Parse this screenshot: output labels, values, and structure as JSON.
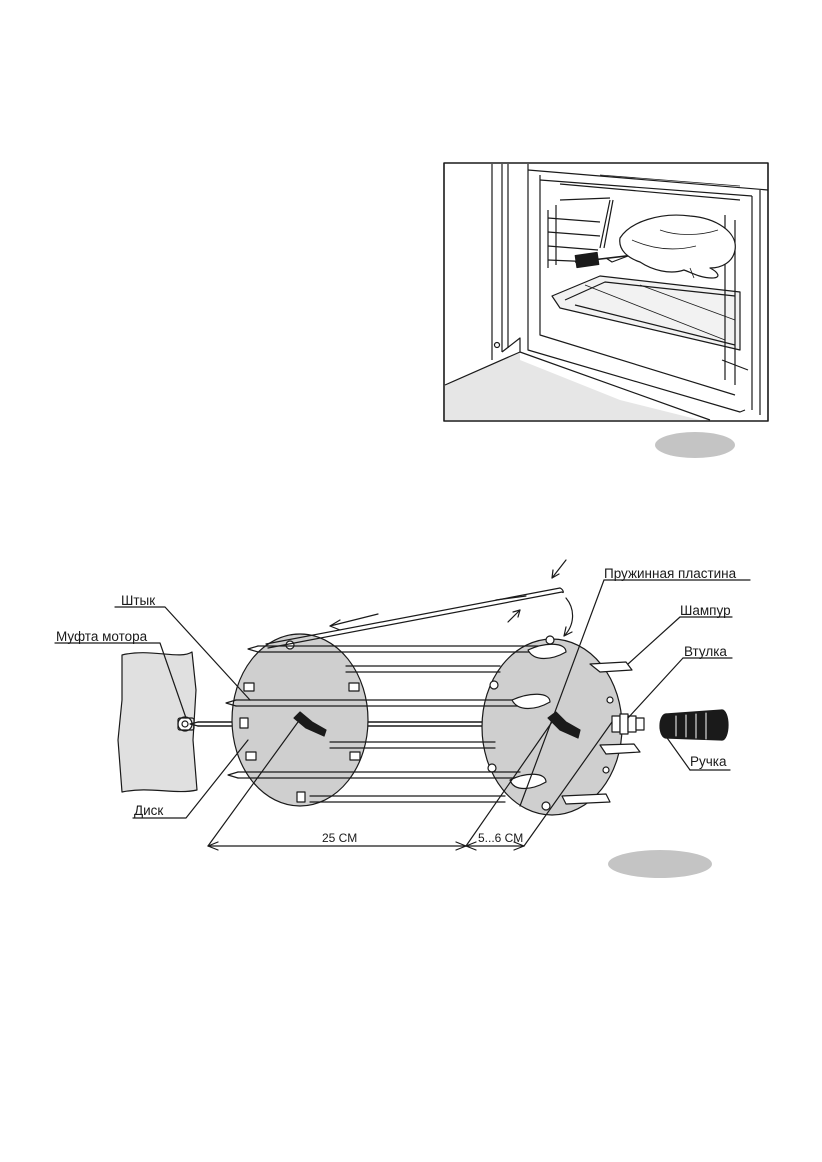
{
  "labels": {
    "spring_plate": "Пружинная пластина",
    "pin": "Штык",
    "skewer": "Шампур",
    "motor_coupling": "Муфта мотора",
    "bushing": "Втулка",
    "handle": "Ручка",
    "disk": "Диск"
  },
  "dimensions": {
    "length": "25 СМ",
    "gap": "5...6 СМ"
  },
  "colors": {
    "stroke": "#1a1a1a",
    "disk_fill": "#cfcfcf",
    "badge_fill": "#c4c4c4",
    "floor_fill": "#e6e6e6"
  }
}
